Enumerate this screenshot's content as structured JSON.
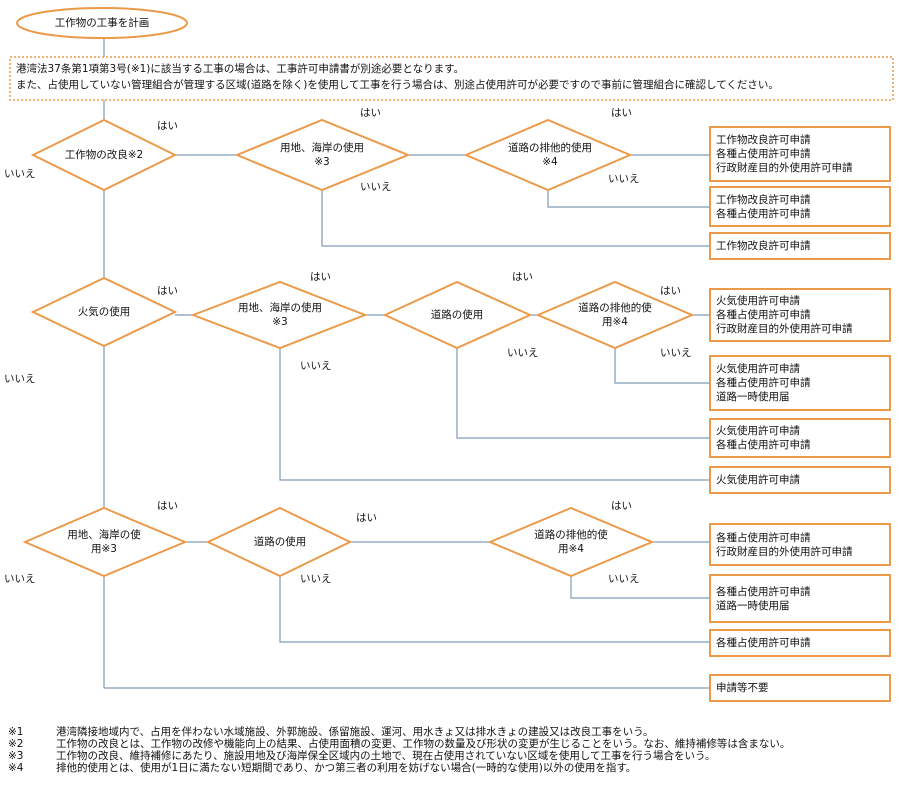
{
  "start": "工作物の工事を計画",
  "notice": [
    "港湾法37条第1項第3号(※1)に該当する工事の場合は、工事許可申請書が別途必要となります。",
    "また、占使用していない管理組合が管理する区域(道路を除く)を使用して工事を行う場合は、別途占使用許可が必要ですので事前に管理組合に確認してください。"
  ],
  "yes": "はい",
  "no": "いいえ",
  "decisions": {
    "d1": "工作物の改良※2",
    "d2": "用地、海岸の使用※3",
    "d3": "道路の排他的使用※4",
    "d4": "火気の使用",
    "d5": "用地、海岸の使用※3",
    "d6": "道路の使用",
    "d7": "道路の排他的使用※4",
    "d8": "用地、海岸の使用※3",
    "d9": "道路の使用",
    "d10": "道路の排他的使用※4"
  },
  "results": {
    "r1": [
      "工作物改良許可申請",
      "各種占使用許可申請",
      "行政財産目的外使用許可申請"
    ],
    "r2": [
      "工作物改良許可申請",
      "各種占使用許可申請"
    ],
    "r3": [
      "工作物改良許可申請"
    ],
    "r4": [
      "火気使用許可申請",
      "各種占使用許可申請",
      "行政財産目的外使用許可申請"
    ],
    "r5": [
      "火気使用許可申請",
      "各種占使用許可申請",
      "道路一時使用届"
    ],
    "r6": [
      "火気使用許可申請",
      "各種占使用許可申請"
    ],
    "r7": [
      "火気使用許可申請"
    ],
    "r8": [
      "各種占使用許可申請",
      "行政財産目的外使用許可申請"
    ],
    "r9": [
      "各種占使用許可申請",
      "道路一時使用届"
    ],
    "r10": [
      "各種占使用許可申請"
    ],
    "r11": [
      "申請等不要"
    ]
  },
  "footnotes": [
    {
      "mark": "※1",
      "text": "港湾隣接地域内で、占用を伴わない水域施設、外郭施設、係留施設、運河、用水きょ又は排水きょの建設又は改良工事をいう。"
    },
    {
      "mark": "※2",
      "text": "工作物の改良とは、工作物の改修や機能向上の結果、占使用面積の変更、工作物の数量及び形状の変更が生じることをいう。なお、維持補修等は含まない。"
    },
    {
      "mark": "※3",
      "text": "工作物の改良、維持補修にあたり、施設用地及び海岸保全区域内の土地で、現在占使用されていない区域を使用して工事を行う場合をいう。"
    },
    {
      "mark": "※4",
      "text": "排他的使用とは、使用が1日に満たない短期間であり、かつ第三者の利用を妨げない場合(一時的な使用)以外の使用を指す。"
    }
  ],
  "colors": {
    "shape": "#eb9a4a",
    "line": "#7f9ab8"
  }
}
